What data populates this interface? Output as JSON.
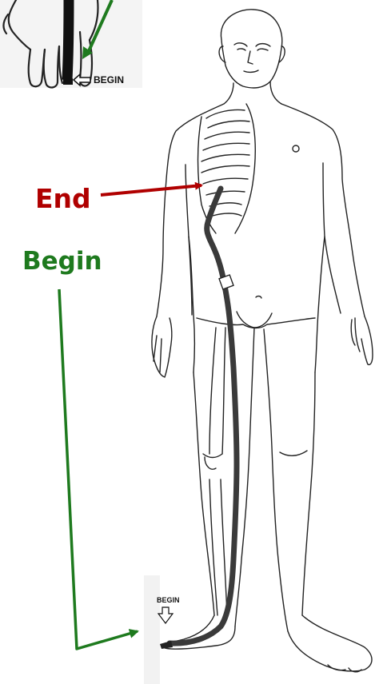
{
  "labels": {
    "end": "End",
    "begin": "Begin",
    "inset_begin": "BEGIN",
    "foot_begin": "BEGIN"
  },
  "colors": {
    "end": "#b00000",
    "begin": "#1e7a1e",
    "line": "#222222",
    "meridian": "#3a3a3a",
    "page_shade": "#f2f2f2"
  }
}
